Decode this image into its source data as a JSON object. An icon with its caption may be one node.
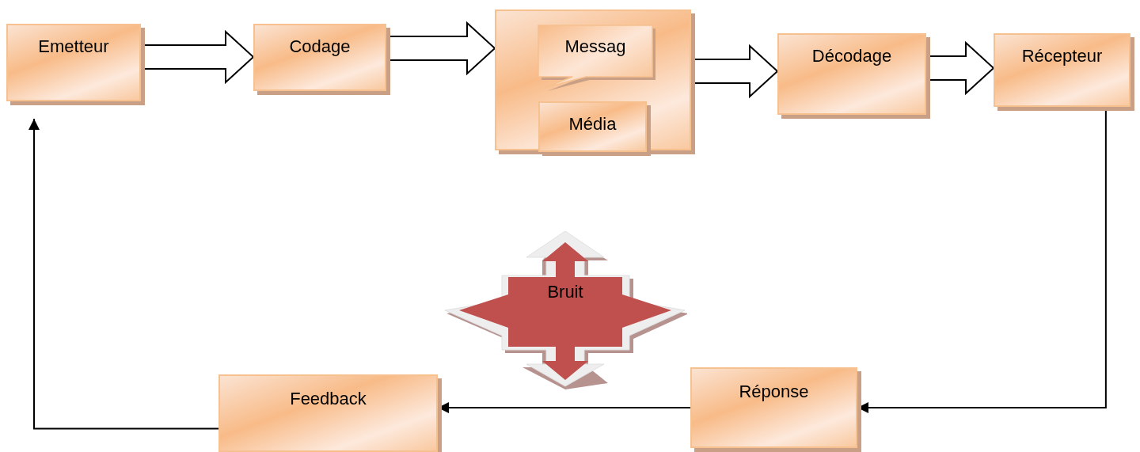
{
  "diagram": {
    "nodes": [
      {
        "text": [
          "Emetteur"
        ]
      },
      {
        "text": [
          "Codage"
        ]
      },
      {
        "text": [],
        "shape": "box"
      },
      {
        "text": [
          "Messag"
        ],
        "in": 2
      },
      {
        "text": [
          "Média"
        ],
        "in": 2
      },
      {
        "text": [
          "Décodage"
        ]
      },
      {
        "text": [
          "Récepteur"
        ]
      },
      {
        "text": [
          "Bruit"
        ]
      },
      {
        "text": [
          "Réponse"
        ]
      },
      {
        "text": [
          "Feedback"
        ]
      }
    ],
    "edges": [
      {
        "from": 0,
        "to": 1,
        "arrow": "to",
        "style": "thick"
      },
      {
        "from": 1,
        "to": 2,
        "arrow": "to",
        "style": "thick"
      },
      {
        "from": 2,
        "to": 5,
        "arrow": "to",
        "style": "thick"
      },
      {
        "from": 5,
        "to": 6,
        "arrow": "to",
        "style": "thick"
      },
      {
        "from": 6,
        "to": 8,
        "arrow": "to"
      },
      {
        "from": 8,
        "to": 9,
        "arrow": "to"
      },
      {
        "from": 9,
        "to": 0,
        "arrow": "to"
      }
    ]
  }
}
